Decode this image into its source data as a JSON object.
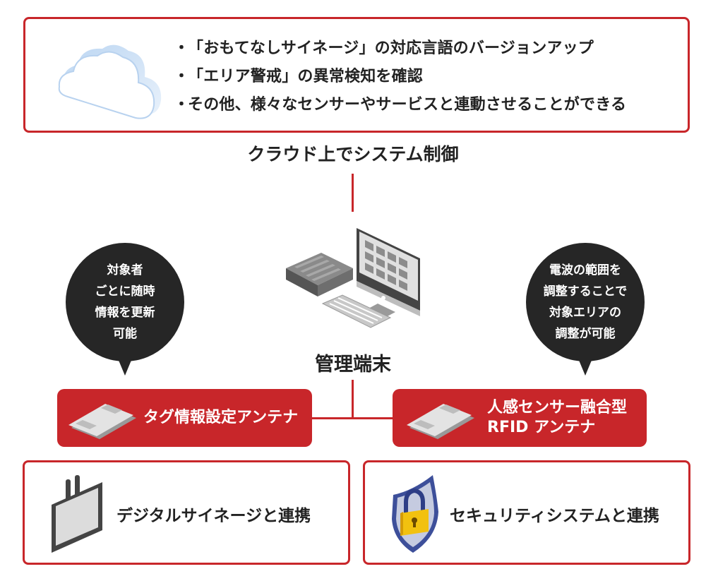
{
  "top_panel": {
    "icon": "cloud-icon",
    "bullet_glyph": "・",
    "bullets": [
      "「おもてなしサイネージ」の対応言語のバージョンアップ",
      "「エリア警戒」の異常検知を確認",
      "その他、様々なセンサーやサービスと連動させることができる"
    ]
  },
  "cloud_title": "クラウド上でシステム制御",
  "center": {
    "icon": "computer-terminal-icon",
    "label": "管理端末"
  },
  "bubbles": {
    "left": [
      "対象者",
      "ごとに随時",
      "情報を更新",
      "可能"
    ],
    "right": [
      "電波の範囲を",
      "調整することで",
      "対象エリアの",
      "調整が可能"
    ]
  },
  "antennas": {
    "left": {
      "icon": "rfid-tag-icon",
      "label": "タグ情報設定アンテナ"
    },
    "right": {
      "icon": "rfid-tag-icon",
      "line1": "人感センサー融合型",
      "line2": "RFID アンテナ"
    }
  },
  "integrations": {
    "left": {
      "icon": "digital-signage-icon",
      "label": "デジタルサイネージと連携"
    },
    "right": {
      "icon": "security-lock-shield-icon",
      "label": "セキュリティシステムと連携"
    }
  },
  "colors": {
    "accent_red": "#c8262a",
    "bubble_dark": "#262626",
    "text_dark": "#222222"
  }
}
